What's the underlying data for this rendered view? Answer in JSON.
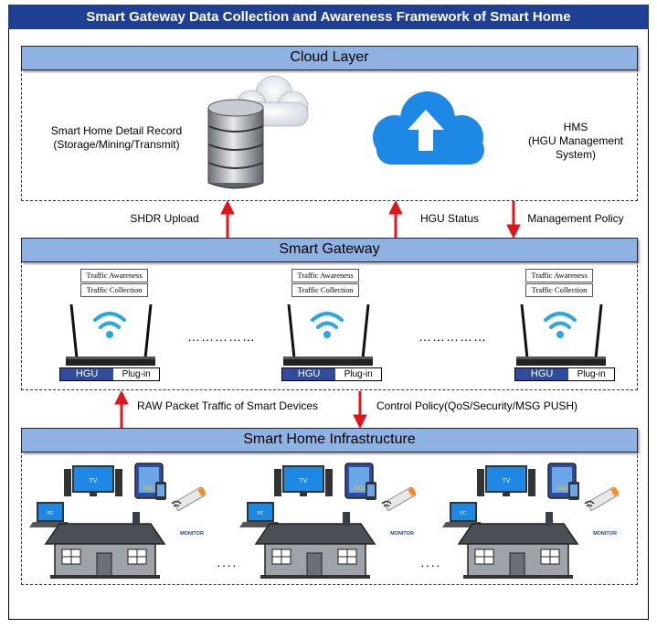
{
  "title": "Smart Gateway Data Collection and Awareness Framework of Smart Home",
  "cloud_layer": {
    "header": "Cloud Layer",
    "shdr_label": "Smart Home Detail Record (Storage/Mining/Transmit)",
    "hms_label_line1": "HMS",
    "hms_label_line2": "(HGU Management",
    "hms_label_line3": "System)"
  },
  "flows_top": {
    "shdr_upload": "SHDR Upload",
    "hgu_status": "HGU Status",
    "management_policy": "Management Policy"
  },
  "smart_gateway": {
    "header": "Smart Gateway",
    "tag_awareness": "Traffic Awareness",
    "tag_collection": "Traffic Collection",
    "hgu_label": "HGU",
    "plugin_label": "Plug-in",
    "dots": "……………"
  },
  "flows_bottom": {
    "raw_packet": "RAW Packet Traffic of Smart Devices",
    "control_policy": "Control Policy(QoS/Security/MSG PUSH)"
  },
  "infrastructure": {
    "header": "Smart Home Infrastructure",
    "dots": "····",
    "tv_label": "TV",
    "pad_label": "PAD",
    "pc_label": "PC",
    "monitor_label": "MONITOR"
  },
  "colors": {
    "title_bg": "#1f3f95",
    "header_bg": "#8eb3e3",
    "arrow": "#e0141b",
    "cloud_blue": "#1e88e5"
  }
}
